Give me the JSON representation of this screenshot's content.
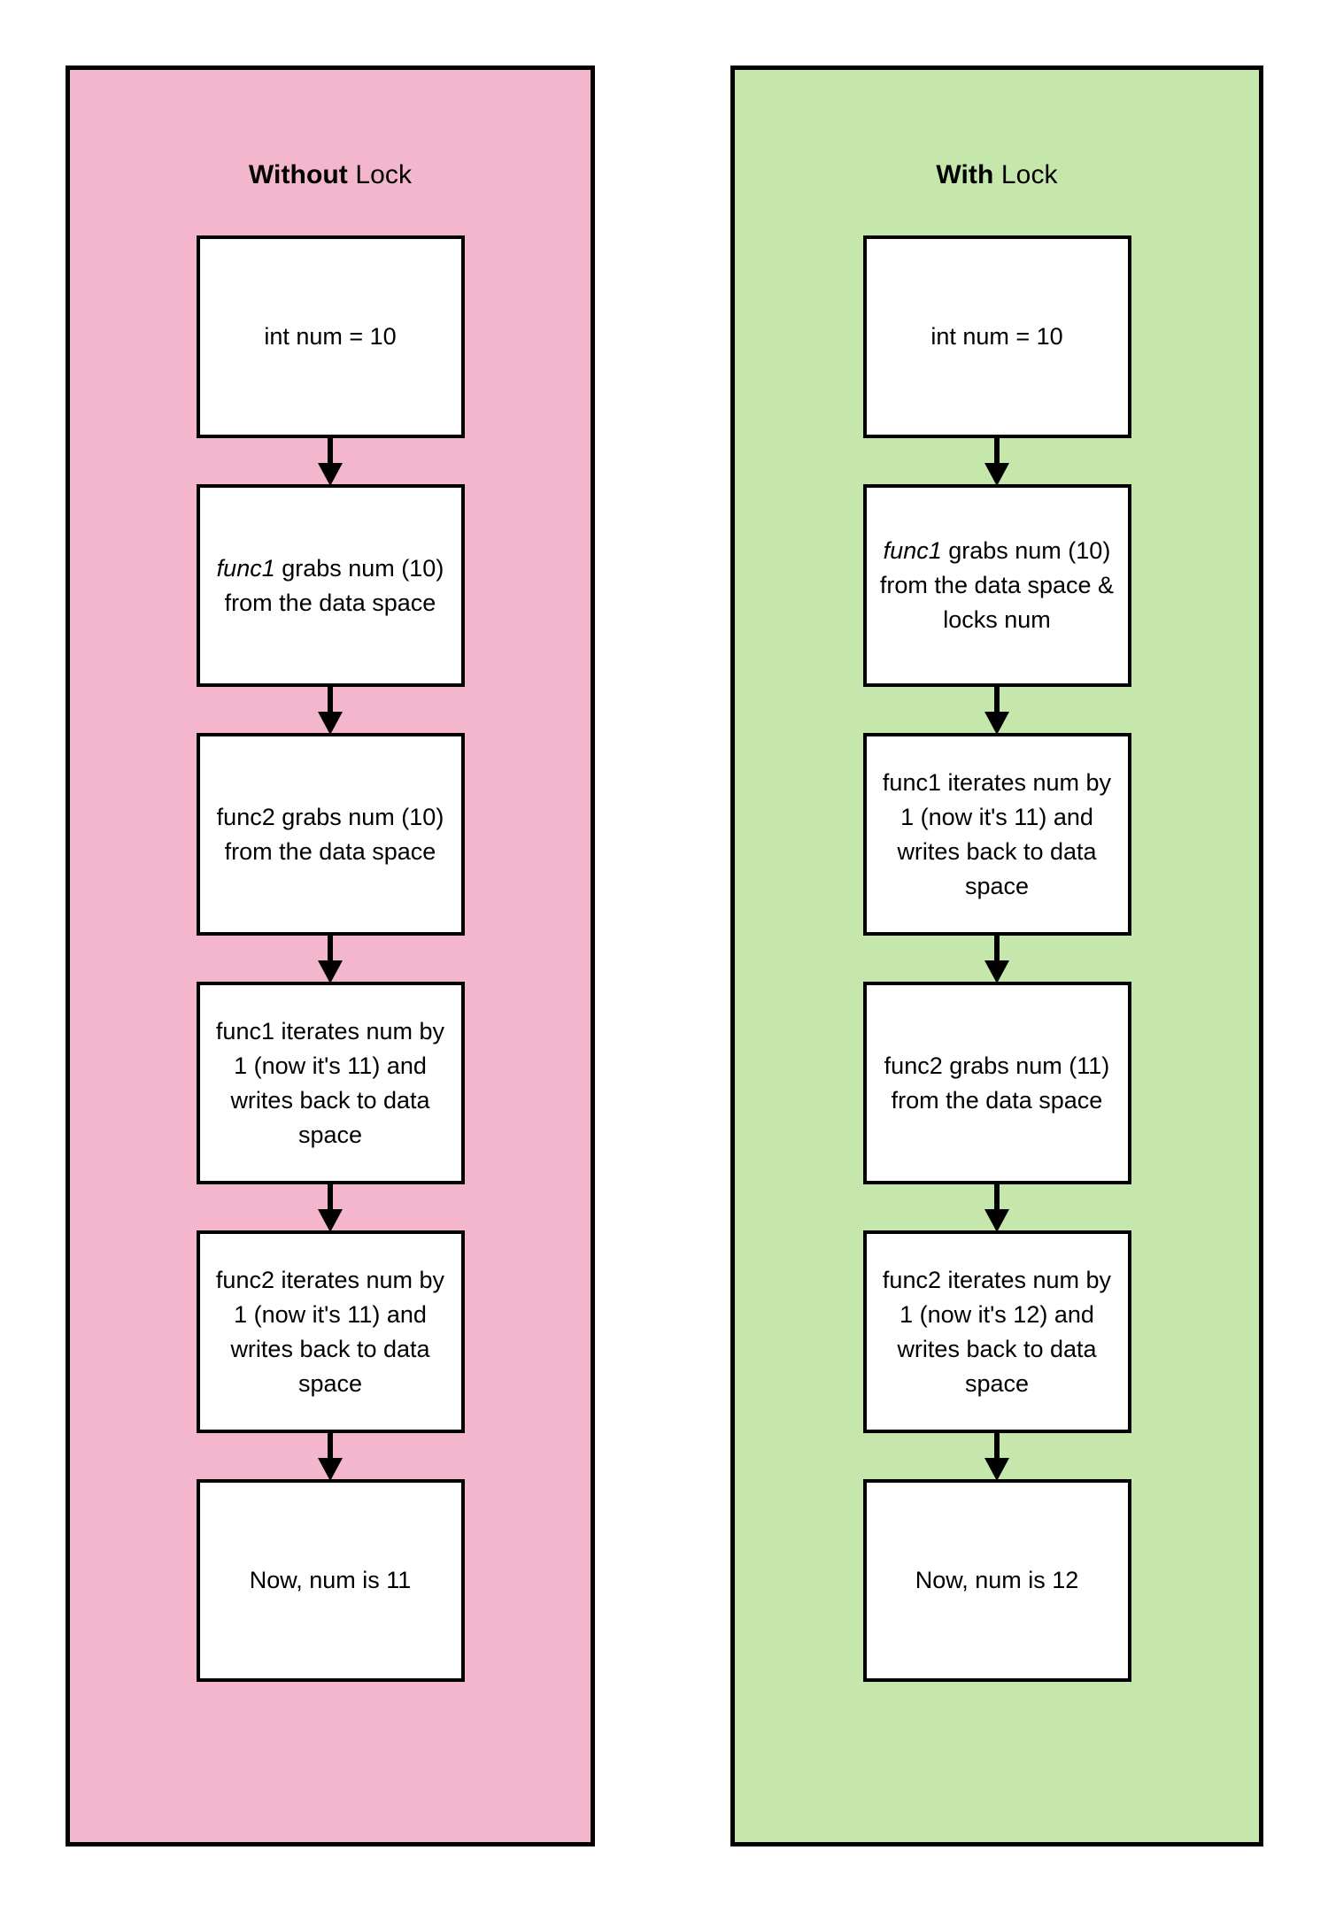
{
  "diagram": {
    "title_hidden": "",
    "colors": {
      "left_panel_fill": "#F3B6CC",
      "right_panel_fill": "#C6E7AB",
      "node_fill": "#FFFFFF",
      "stroke": "#000000"
    }
  },
  "left_panel": {
    "title_bold": "Without",
    "title_regular": "Lock",
    "nodes": [
      {
        "id": "left-node-1",
        "emphasis": "",
        "text": "int num = 10"
      },
      {
        "id": "left-node-2",
        "emphasis": "func1",
        "text": " grabs num (10) from the data space"
      },
      {
        "id": "left-node-3",
        "emphasis": "",
        "text": "func2 grabs num (10) from the data space"
      },
      {
        "id": "left-node-4",
        "emphasis": "",
        "text": "func1 iterates num by 1 (now it's 11) and writes back to data space"
      },
      {
        "id": "left-node-5",
        "emphasis": "",
        "text": "func2 iterates num by 1 (now it's 11) and writes back to data space"
      },
      {
        "id": "left-node-6",
        "emphasis": "",
        "text": "Now, num is 11"
      }
    ]
  },
  "right_panel": {
    "title_bold": "With",
    "title_regular": "Lock",
    "nodes": [
      {
        "id": "right-node-1",
        "emphasis": "",
        "text": "int num = 10"
      },
      {
        "id": "right-node-2",
        "emphasis": "func1",
        "text": " grabs num (10) from the data space & locks num"
      },
      {
        "id": "right-node-3",
        "emphasis": "",
        "text": "func1 iterates num by 1 (now it's 11) and writes back to data space"
      },
      {
        "id": "right-node-4",
        "emphasis": "",
        "text": "func2 grabs num (11) from the data space"
      },
      {
        "id": "right-node-5",
        "emphasis": "",
        "text": "func2 iterates num by 1 (now it's 12) and writes back to data space"
      },
      {
        "id": "right-node-6",
        "emphasis": "",
        "text": "Now, num is 12"
      }
    ]
  }
}
